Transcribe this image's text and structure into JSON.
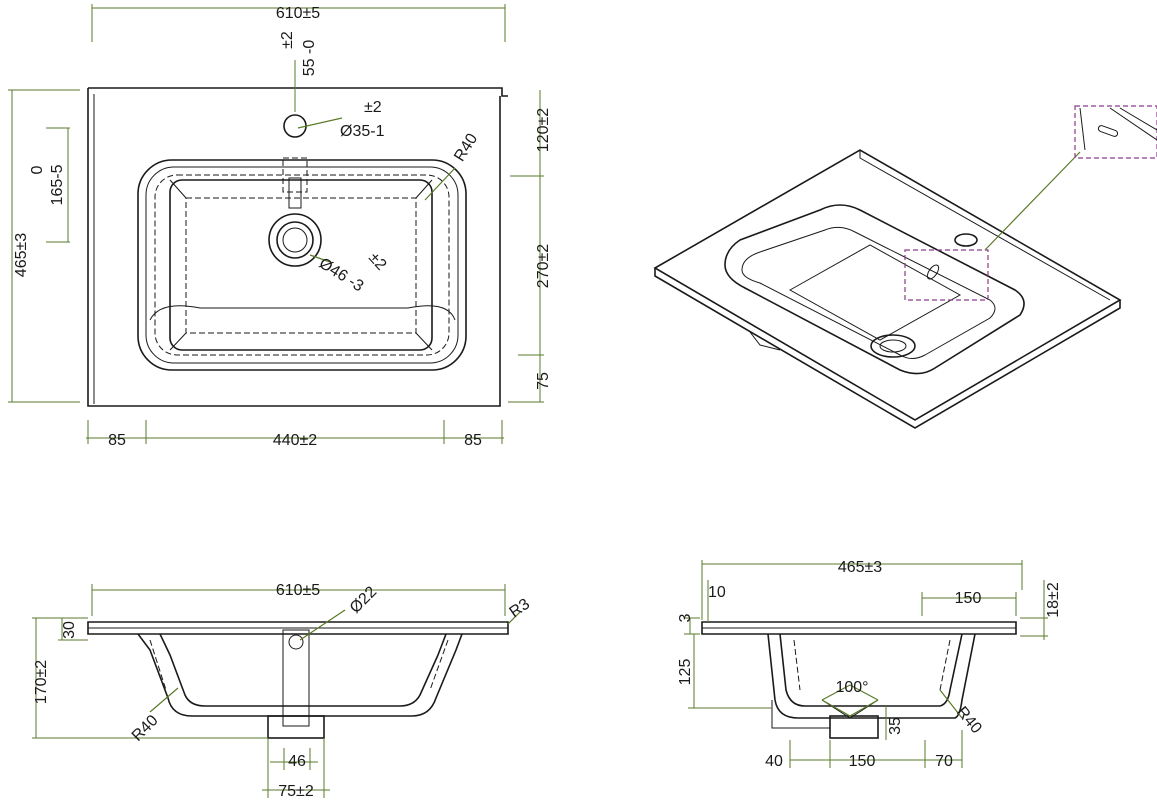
{
  "top_view": {
    "overall_width": "610±5",
    "overall_depth": "465±3",
    "tap_tol": "±2",
    "tap_offset": "55 -0",
    "tap_hole_tol": "±2",
    "tap_hole_dia": "Ø35-1",
    "bowl_radius": "R40",
    "drain_tol": "±2",
    "drain_dia": "Ø46 -3",
    "bowl_offset_upper": "0",
    "bowl_offset_lower": "165-5",
    "back_margin": "120±2",
    "bowl_depth": "270±2",
    "front_margin": "75",
    "left_margin": "85",
    "bowl_width": "440±2",
    "right_margin": "85"
  },
  "front_section": {
    "overall_width": "610±5",
    "overflow_dia": "Ø22",
    "edge_radius": "R3",
    "rim_height": "30",
    "total_height": "170±2",
    "bowl_radius": "R40",
    "drain_width": "46",
    "waste_width": "75±2"
  },
  "side_section": {
    "overall_depth": "465±3",
    "lip": "10",
    "rim": "3",
    "back_inset": "150",
    "top_height": "18±2",
    "bowl_height": "125",
    "slope_angle": "100°",
    "drain_height": "35",
    "bowl_radius": "R40",
    "front_offset": "40",
    "drain_span": "150",
    "back_offset": "70"
  }
}
